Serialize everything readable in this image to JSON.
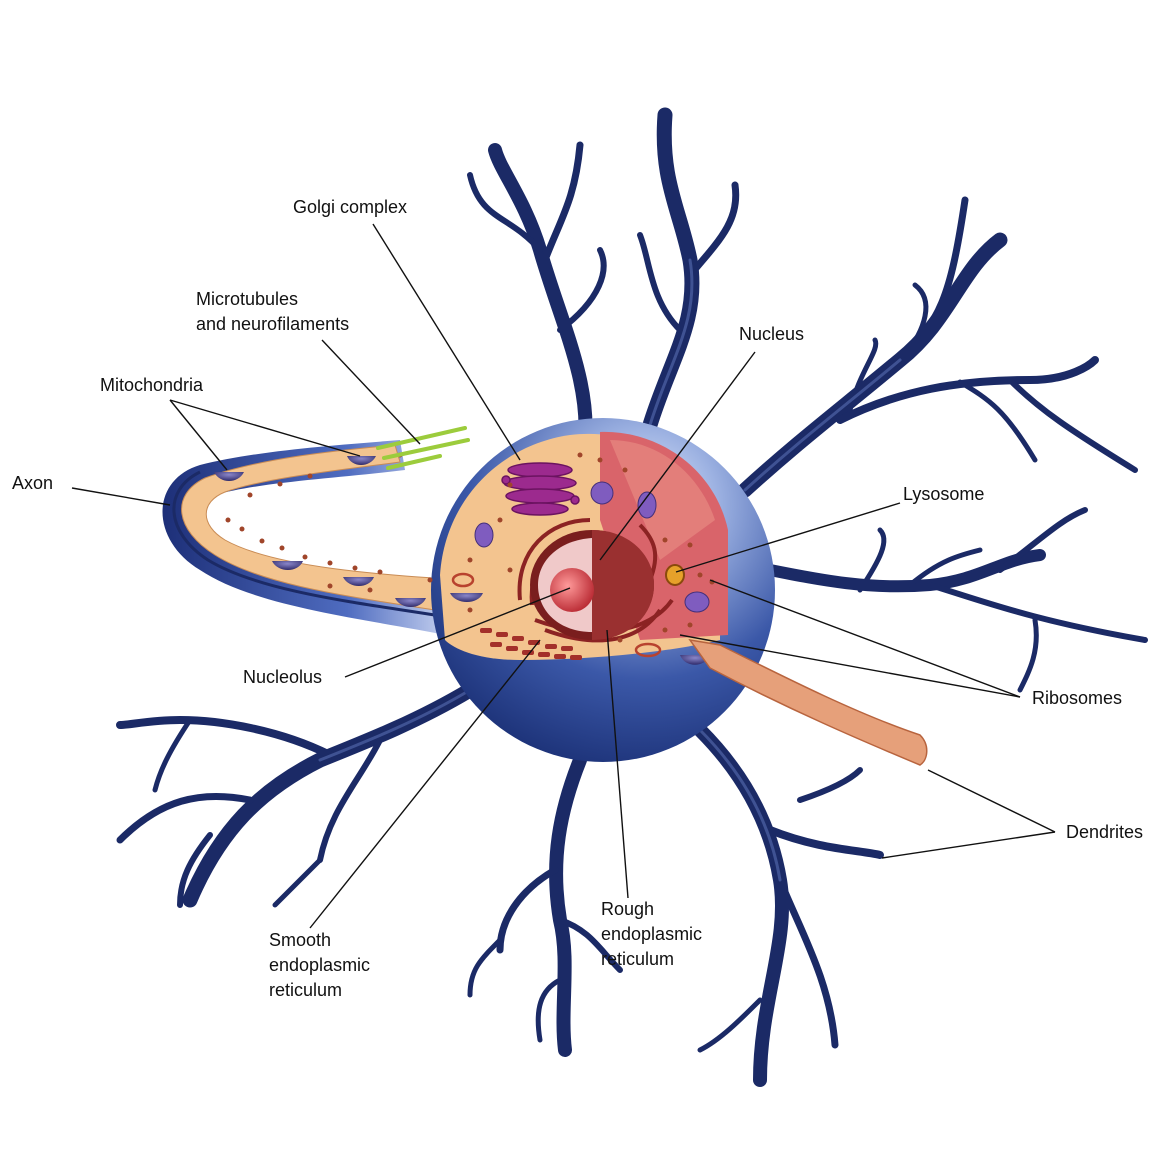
{
  "labels": {
    "golgi": "Golgi complex",
    "microtubules_line1": "Microtubules",
    "microtubules_line2": "and neurofilaments",
    "mitochondria": "Mitochondria",
    "axon": "Axon",
    "nucleus": "Nucleus",
    "lysosome": "Lysosome",
    "ribosomes": "Ribosomes",
    "nucleolus": "Nucleolus",
    "dendrites": "Dendrites",
    "smooth_er_line1": "Smooth",
    "smooth_er_line2": "endoplasmic",
    "smooth_er_line3": "reticulum",
    "rough_er_line1": "Rough",
    "rough_er_line2": "endoplasmic",
    "rough_er_line3": "reticulum"
  },
  "colors": {
    "membrane_dark": "#1b2a66",
    "membrane_light": "#8fa6dc",
    "cytoplasm": "#f3c48f",
    "cut_face": "#d9646a",
    "golgi": "#9c2a8e",
    "nucleus": "#7a1e1e",
    "microtubule": "#9ccc3c"
  }
}
